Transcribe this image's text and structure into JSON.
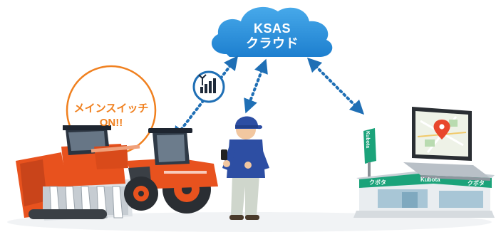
{
  "cloud": {
    "title": "KSAS",
    "subtitle": "クラウド",
    "color": "#2b8ed8"
  },
  "badge": {
    "line1": "メインスイッチ",
    "line2": "ON!!",
    "color": "#f0801f"
  },
  "store": {
    "sign_left": "クボタ",
    "sign_center": "Kubota",
    "sign_right": "クボタ",
    "color": "#1ba37a"
  },
  "icons": [
    "cloud-icon",
    "signal-icon",
    "combine-harvester-icon",
    "tractor-icon",
    "farmer-icon",
    "laptop-icon",
    "map-pin-icon",
    "store-icon"
  ],
  "colors": {
    "link": "#1f6fb5",
    "machine_orange": "#e8521e",
    "store_green": "#1ba37a"
  }
}
